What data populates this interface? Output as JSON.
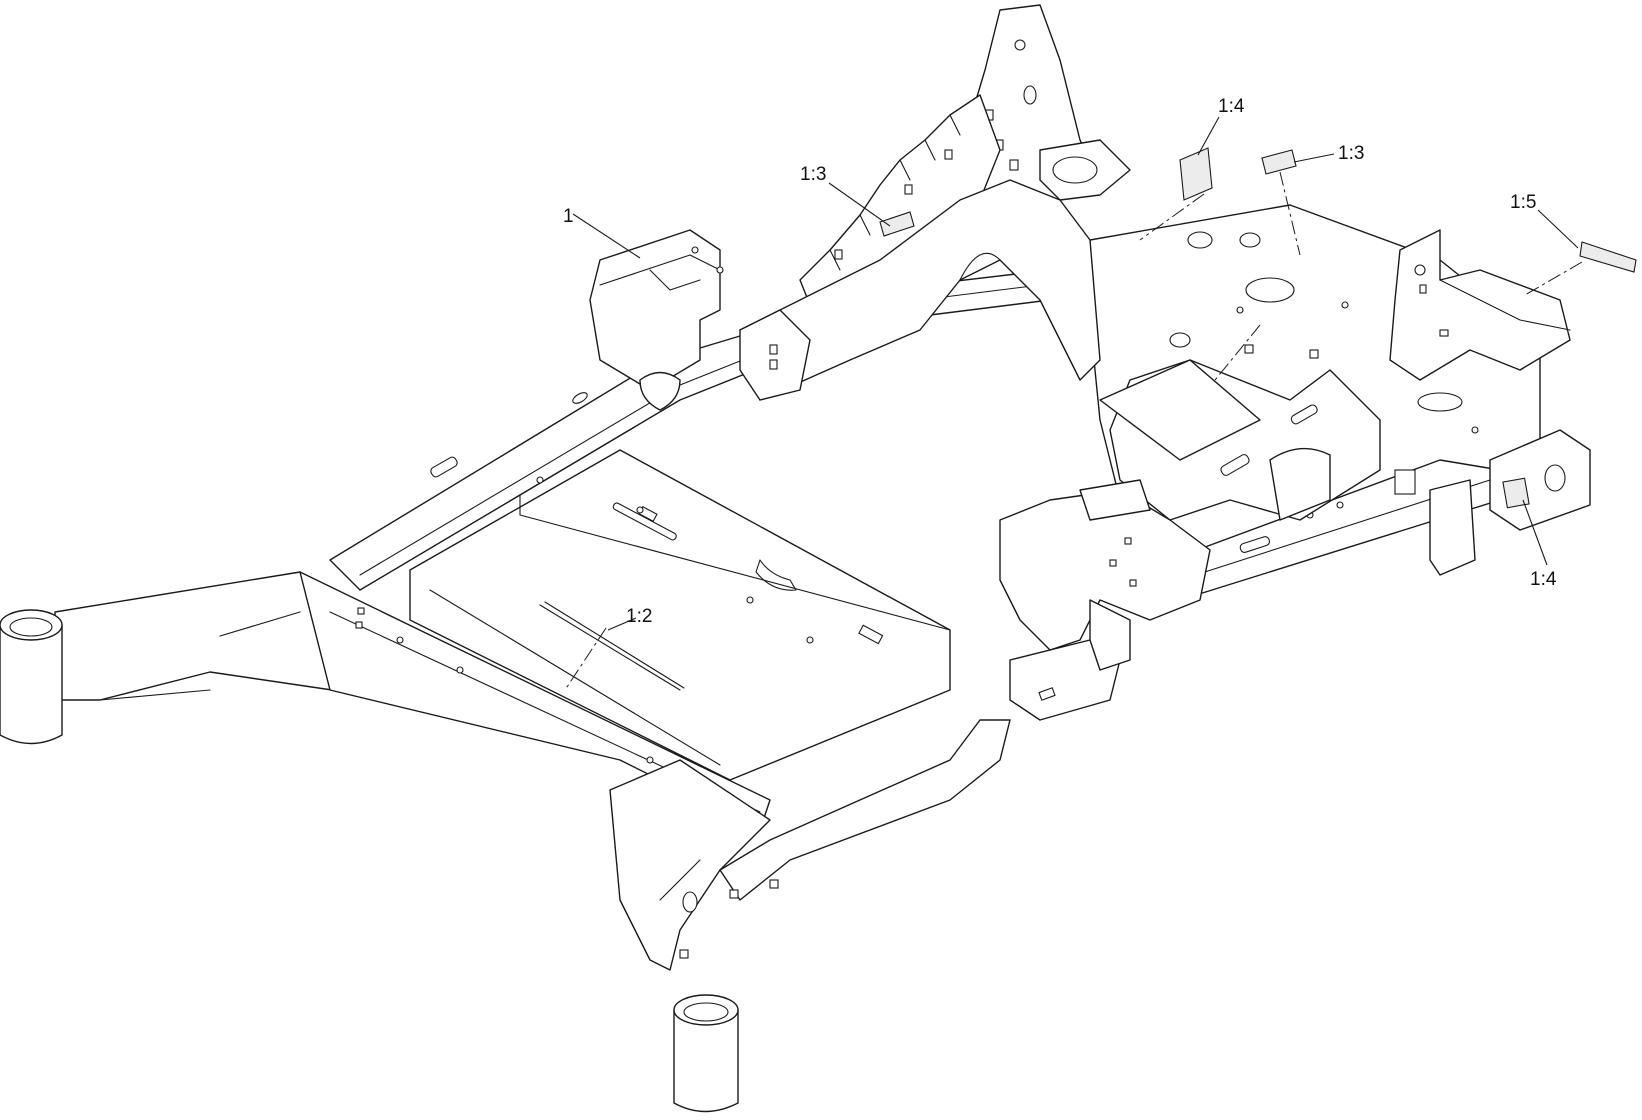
{
  "callouts": {
    "frame": "1",
    "decal_2": "1:2",
    "decal_3_left": "1:3",
    "decal_3_right": "1:3",
    "decal_4_top": "1:4",
    "decal_4_bottom": "1:4",
    "decal_5": "1:5"
  }
}
